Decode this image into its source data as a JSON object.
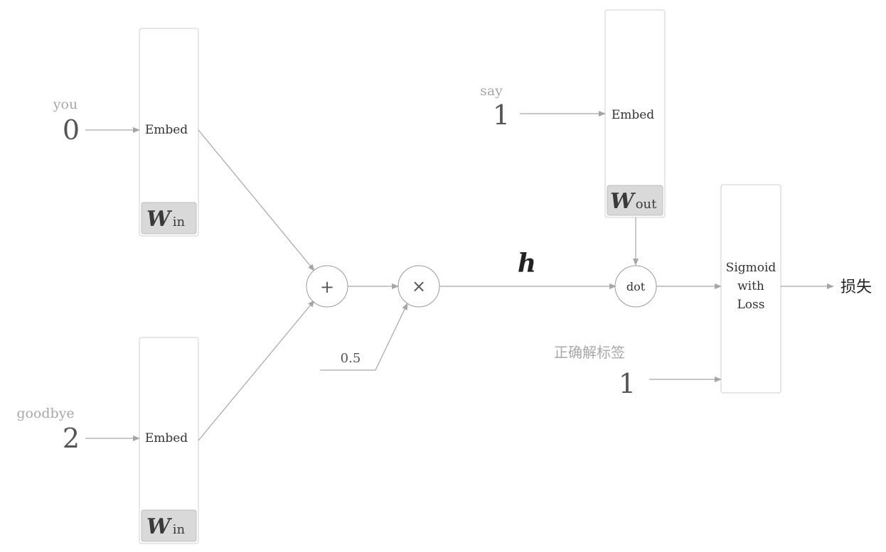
{
  "inputs": {
    "you_word": "you",
    "you_id": "0",
    "goodbye_word": "goodbye",
    "goodbye_id": "2",
    "say_word": "say",
    "say_id": "1"
  },
  "embed_label": "Embed",
  "weights": {
    "w_letter": "W",
    "in_sub": "in",
    "out_sub": "out"
  },
  "ops": {
    "plus": "+",
    "times": "×",
    "dot": "dot",
    "half": "0.5"
  },
  "hidden": "h",
  "loss_layer": {
    "line1": "Sigmoid",
    "line2": "with",
    "line3": "Loss"
  },
  "label": {
    "caption": "正确解标签",
    "value": "1"
  },
  "output": "损失",
  "colors": {
    "edge": "#a6a6a6",
    "box_border": "#cfcfcf",
    "weight_fill": "#d9d9d9",
    "node_border": "#9a9a9a"
  }
}
